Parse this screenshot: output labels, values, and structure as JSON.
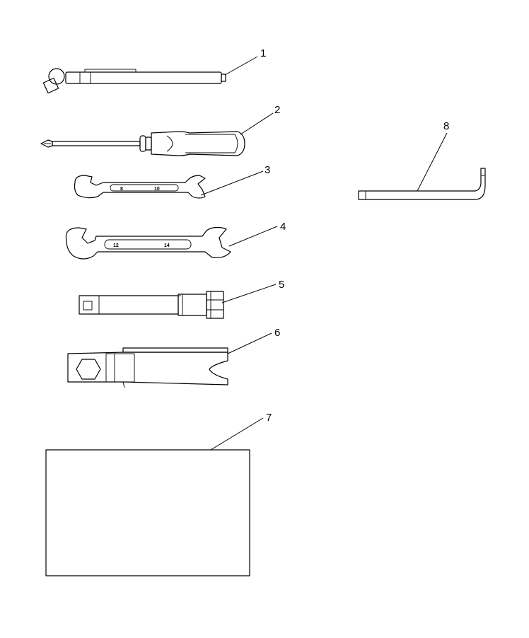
{
  "diagram": {
    "callouts": [
      "1",
      "2",
      "3",
      "4",
      "5",
      "6",
      "7",
      "8"
    ],
    "wrench_small_sizes": [
      "8",
      "10"
    ],
    "wrench_large_sizes": [
      "12",
      "14"
    ]
  }
}
